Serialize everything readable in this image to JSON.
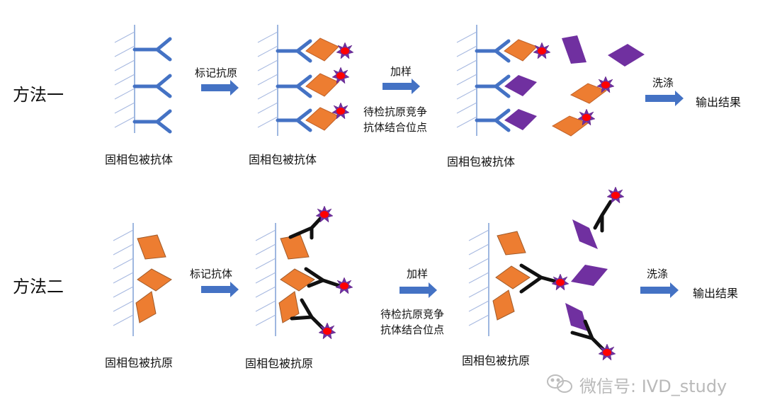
{
  "methods": [
    {
      "title": "方法一",
      "panel_labels": [
        "固相包被抗体",
        "固相包被抗体",
        "固相包被抗体"
      ],
      "step_labels": [
        "标记抗原",
        "加样",
        "洗涤"
      ],
      "note_lines": [
        "待检抗原竞争",
        "抗体结合位点"
      ],
      "result": "输出结果"
    },
    {
      "title": "方法二",
      "panel_labels": [
        "固相包被抗原",
        "固相包被抗原",
        "固相包被抗原"
      ],
      "step_labels": [
        "标记抗体",
        "加样",
        "洗涤"
      ],
      "note_lines": [
        "待检抗原竞争",
        "抗体结合位点"
      ],
      "result": "输出结果"
    }
  ],
  "watermark": "微信号: IVD_study",
  "colors": {
    "antibody_blue": "#4472C4",
    "antibody_black": "#111111",
    "antigen_orange": "#ED7D31",
    "antigen_purple": "#7030A0",
    "label_red": "#FF0000",
    "label_star": "#7030A0",
    "arrow_blue": "#4472C4"
  }
}
